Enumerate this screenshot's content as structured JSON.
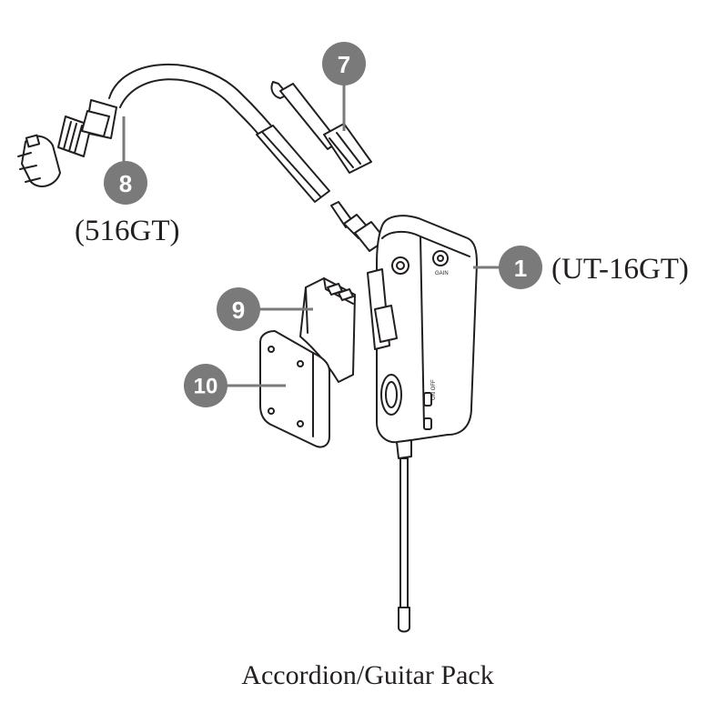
{
  "colors": {
    "callout_fill": "#7a7a7a",
    "callout_text": "#ffffff",
    "line": "#231f20",
    "background": "#ffffff"
  },
  "callouts": [
    {
      "id": "1",
      "number": "1",
      "label": "(UT-16GT)"
    },
    {
      "id": "7",
      "number": "7",
      "label": ""
    },
    {
      "id": "8",
      "number": "8",
      "label": "(516GT)"
    },
    {
      "id": "9",
      "number": "9",
      "label": ""
    },
    {
      "id": "10",
      "number": "10",
      "label": ""
    }
  ],
  "caption": "Accordion/Guitar Pack",
  "transmitter_markings": {
    "jack_label": "GAIN",
    "switch_label": "ON OFF"
  }
}
